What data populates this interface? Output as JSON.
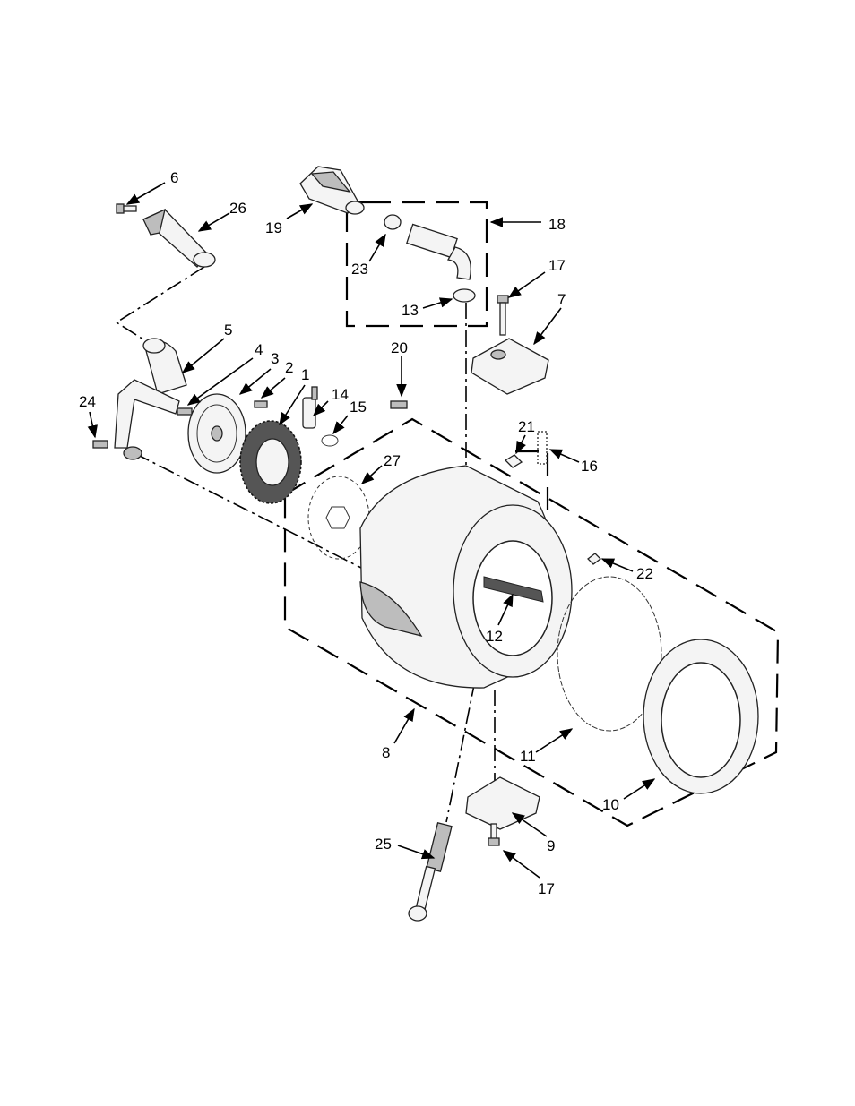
{
  "callouts": [
    {
      "id": "c6",
      "text": "6"
    },
    {
      "id": "c26",
      "text": "26"
    },
    {
      "id": "c19",
      "text": "19"
    },
    {
      "id": "c18",
      "text": "18"
    },
    {
      "id": "c23",
      "text": "23"
    },
    {
      "id": "c13",
      "text": "13"
    },
    {
      "id": "c17a",
      "text": "17"
    },
    {
      "id": "c7",
      "text": "7"
    },
    {
      "id": "c5",
      "text": "5"
    },
    {
      "id": "c4",
      "text": "4"
    },
    {
      "id": "c3",
      "text": "3"
    },
    {
      "id": "c2",
      "text": "2"
    },
    {
      "id": "c1",
      "text": "1"
    },
    {
      "id": "c14",
      "text": "14"
    },
    {
      "id": "c15",
      "text": "15"
    },
    {
      "id": "c20",
      "text": "20"
    },
    {
      "id": "c24",
      "text": "24"
    },
    {
      "id": "c21",
      "text": "21"
    },
    {
      "id": "c16",
      "text": "16"
    },
    {
      "id": "c27",
      "text": "27"
    },
    {
      "id": "c22",
      "text": "22"
    },
    {
      "id": "c12",
      "text": "12"
    },
    {
      "id": "c8",
      "text": "8"
    },
    {
      "id": "c11",
      "text": "11"
    },
    {
      "id": "c10",
      "text": "10"
    },
    {
      "id": "c9",
      "text": "9"
    },
    {
      "id": "c25",
      "text": "25"
    },
    {
      "id": "c17b",
      "text": "17"
    }
  ]
}
